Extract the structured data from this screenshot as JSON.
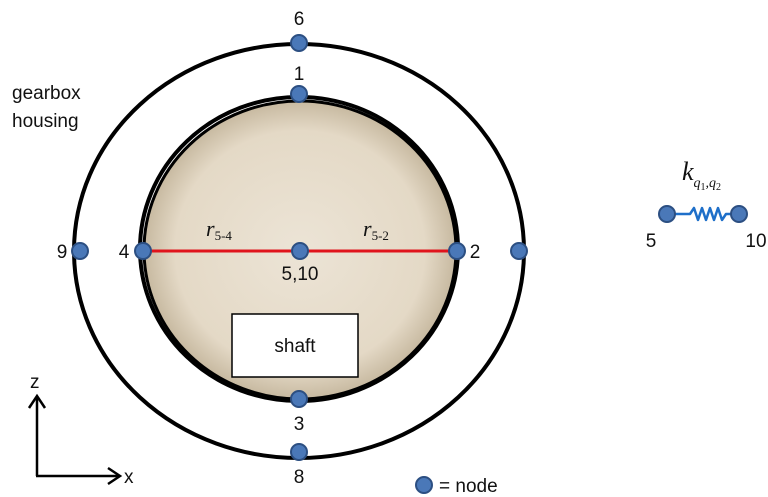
{
  "labels": {
    "housing_line1": "gearbox",
    "housing_line2": "housing",
    "shaft": "shaft",
    "legend": "= node",
    "axis_z": "z",
    "axis_x": "x"
  },
  "nodes": {
    "n1": "1",
    "n2": "2",
    "n3": "3",
    "n4": "4",
    "n6": "6",
    "n8": "8",
    "n9": "9",
    "n_center": "5,10"
  },
  "radii": {
    "left_r": "r",
    "left_sub": "5-4",
    "right_r": "r",
    "right_sub": "5-2"
  },
  "spring": {
    "k": "k",
    "sub_q": "q",
    "sub_1": "1",
    "sub_comma": ",",
    "sub_q2": "q",
    "sub_2": "2",
    "left_node": "5",
    "right_node": "10"
  },
  "colors": {
    "node_fill": "#4a78b8",
    "shaft_fill": "#e6dccb",
    "radius_line": "#e0141c",
    "spring": "#1e6fc9"
  }
}
